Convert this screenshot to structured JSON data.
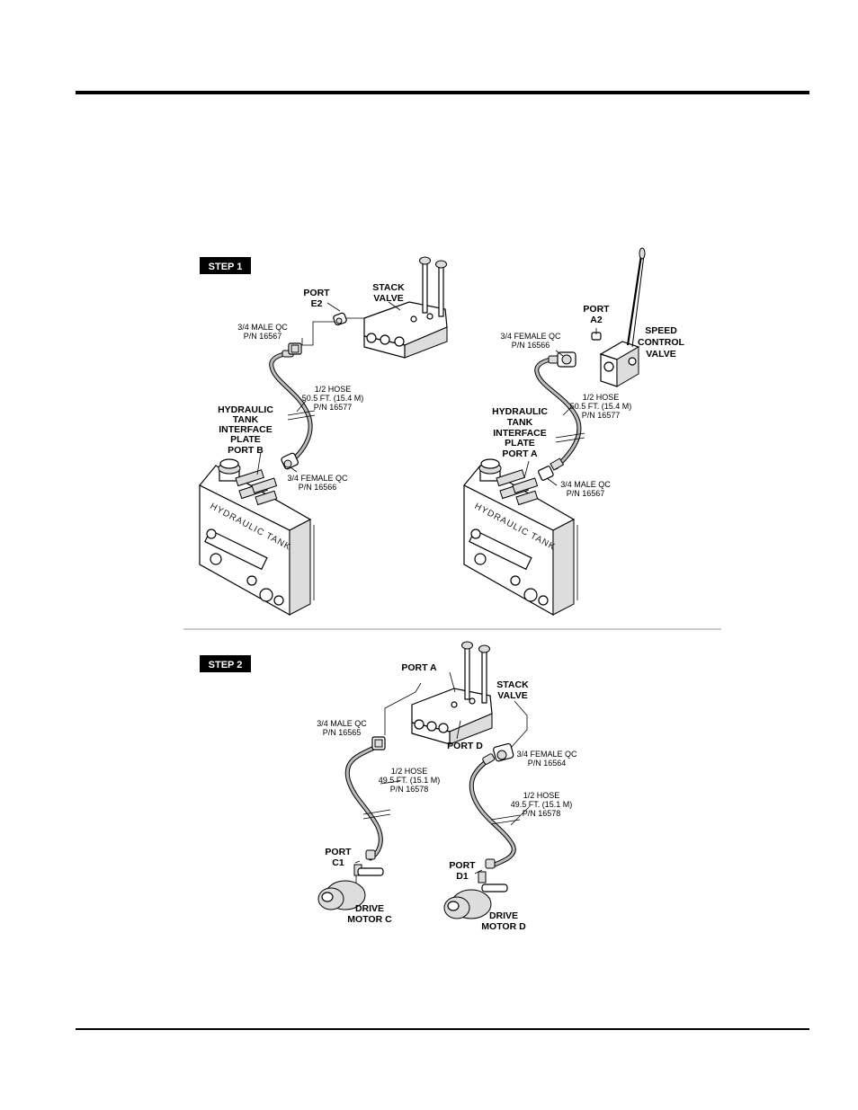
{
  "step1": {
    "badge": "STEP 1",
    "left": {
      "port_e2": [
        "PORT",
        "E2"
      ],
      "stack_valve": [
        "STACK",
        "VALVE"
      ],
      "male_qc": [
        "3/4 MALE QC",
        "P/N 16567"
      ],
      "hose": [
        "1/2 HOSE",
        "50.5 FT. (15.4 M)",
        "P/N 16577"
      ],
      "interface": [
        "HYDRAULIC",
        "TANK",
        "INTERFACE",
        "PLATE",
        "PORT B"
      ],
      "female_qc": [
        "3/4 FEMALE QC",
        "P/N 16566"
      ],
      "tank_label": "HYDRAULIC TANK"
    },
    "right": {
      "port_a2": [
        "PORT",
        "A2"
      ],
      "speed_valve": [
        "SPEED",
        "CONTROL",
        "VALVE"
      ],
      "female_qc": [
        "3/4 FEMALE QC",
        "P/N 16566"
      ],
      "hose": [
        "1/2 HOSE",
        "50.5 FT. (15.4 M)",
        "P/N 16577"
      ],
      "interface": [
        "HYDRAULIC",
        "TANK",
        "INTERFACE",
        "PLATE",
        "PORT A"
      ],
      "male_qc": [
        "3/4 MALE QC",
        "P/N 16567"
      ],
      "tank_label": "HYDRAULIC TANK"
    }
  },
  "step2": {
    "badge": "STEP 2",
    "port_a": "PORT A",
    "stack_valve": [
      "STACK",
      "VALVE"
    ],
    "port_d": "PORT D",
    "male_qc": [
      "3/4 MALE QC",
      "P/N 16565"
    ],
    "female_qc": [
      "3/4 FEMALE QC",
      "P/N 16564"
    ],
    "hose_left": [
      "1/2 HOSE",
      "49.5 FT. (15.1 M)",
      "P/N 16578"
    ],
    "hose_right": [
      "1/2 HOSE",
      "49.5 FT. (15.1 M)",
      "P/N 16578"
    ],
    "port_c1": [
      "PORT",
      "C1"
    ],
    "port_d1": [
      "PORT",
      "D1"
    ],
    "motor_c": [
      "DRIVE",
      "MOTOR C"
    ],
    "motor_d": [
      "DRIVE",
      "MOTOR D"
    ]
  }
}
